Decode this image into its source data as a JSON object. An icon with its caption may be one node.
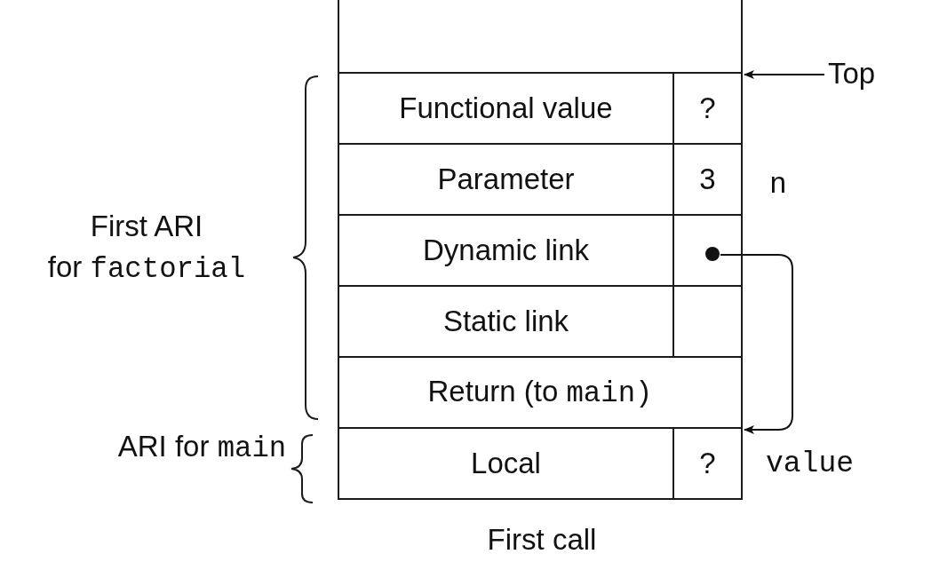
{
  "diagram": {
    "nodes": [
      {
        "text": [],
        "shape": "box"
      },
      {
        "text": [
          "Functional value"
        ]
      },
      {
        "text": [
          "?"
        ]
      },
      {
        "text": [
          "Parameter"
        ]
      },
      {
        "text": [
          "3"
        ]
      },
      {
        "text": [
          "Dynamic link"
        ]
      },
      {
        "text": [],
        "shape": "box"
      },
      {
        "text": [],
        "shape": "circle",
        "in": 6
      },
      {
        "text": [
          "Static link"
        ]
      },
      {
        "text": [],
        "shape": "box"
      },
      {
        "text": [
          "Return (to main)"
        ]
      },
      {
        "text": [
          "Local"
        ]
      },
      {
        "text": [
          "?"
        ]
      },
      {
        "text": [
          "Top"
        ]
      }
    ],
    "edges": [
      {
        "from": 13,
        "to": 2,
        "arrow": "to"
      },
      {
        "from": 7,
        "to": 12,
        "arrow": "to"
      }
    ],
    "labels": [
      "First ARI for factorial",
      "n",
      "ARI for main",
      "value",
      "First call"
    ]
  }
}
